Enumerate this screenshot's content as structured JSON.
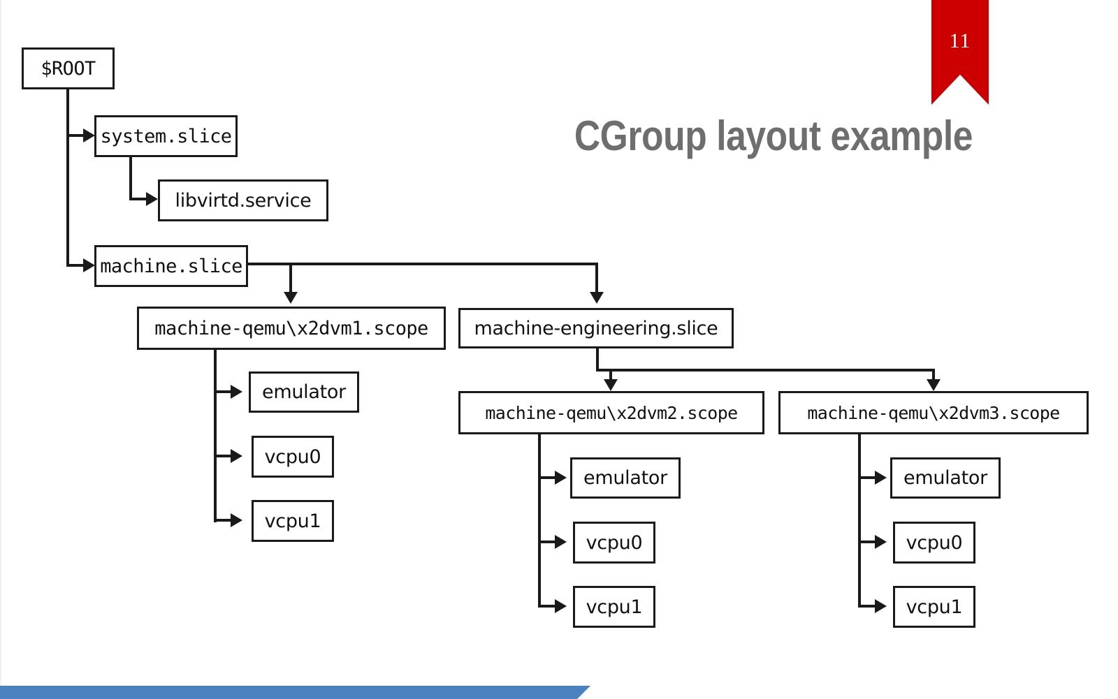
{
  "slide": {
    "page_number": "11",
    "title": "CGroup layout example",
    "accent_red": "#cc0000",
    "accent_blue": "#4a81bf",
    "title_color": "#6e6e6e",
    "background": "#ffffff"
  },
  "diagram": {
    "type": "tree",
    "nodes": {
      "root": "$ROOT",
      "system_slice": "system.slice",
      "libvirtd_service": "libvirtd.service",
      "machine_slice": "machine.slice",
      "vm1_scope": "machine-qemu\\x2dvm1.scope",
      "vm1_emulator": "emulator",
      "vm1_vcpu0": "vcpu0",
      "vm1_vcpu1": "vcpu1",
      "engineering_slice": "machine-engineering.slice",
      "vm2_scope": "machine-qemu\\x2dvm2.scope",
      "vm2_emulator": "emulator",
      "vm2_vcpu0": "vcpu0",
      "vm2_vcpu1": "vcpu1",
      "vm3_scope": "machine-qemu\\x2dvm3.scope",
      "vm3_emulator": "emulator",
      "vm3_vcpu0": "vcpu0",
      "vm3_vcpu1": "vcpu1"
    },
    "edges": [
      [
        "root",
        "system_slice"
      ],
      [
        "root",
        "machine_slice"
      ],
      [
        "system_slice",
        "libvirtd_service"
      ],
      [
        "machine_slice",
        "vm1_scope"
      ],
      [
        "machine_slice",
        "engineering_slice"
      ],
      [
        "vm1_scope",
        "vm1_emulator"
      ],
      [
        "vm1_scope",
        "vm1_vcpu0"
      ],
      [
        "vm1_scope",
        "vm1_vcpu1"
      ],
      [
        "engineering_slice",
        "vm2_scope"
      ],
      [
        "engineering_slice",
        "vm3_scope"
      ],
      [
        "vm2_scope",
        "vm2_emulator"
      ],
      [
        "vm2_scope",
        "vm2_vcpu0"
      ],
      [
        "vm2_scope",
        "vm2_vcpu1"
      ],
      [
        "vm3_scope",
        "vm3_emulator"
      ],
      [
        "vm3_scope",
        "vm3_vcpu0"
      ],
      [
        "vm3_scope",
        "vm3_vcpu1"
      ]
    ]
  }
}
